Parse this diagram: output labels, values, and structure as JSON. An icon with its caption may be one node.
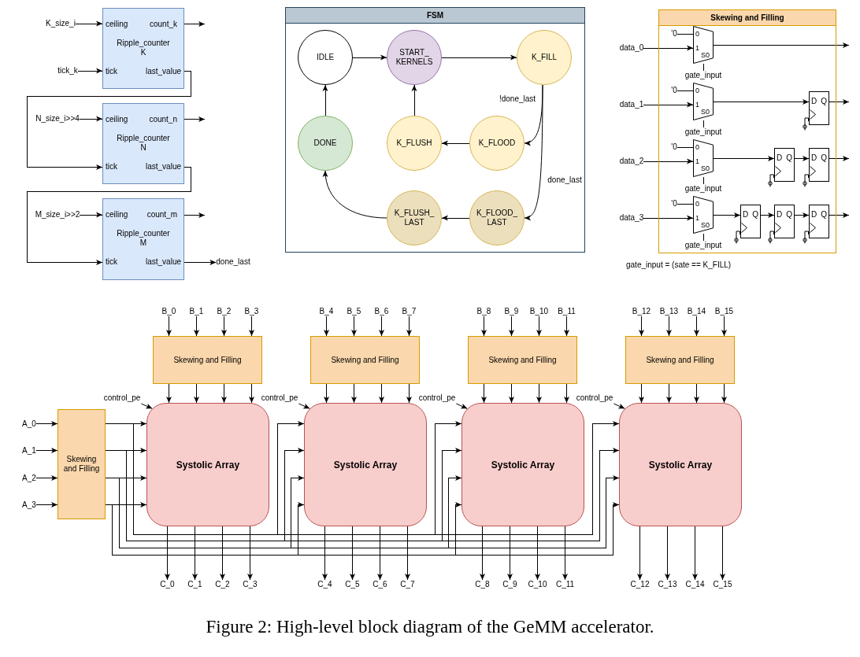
{
  "diagram": {
    "caption": "Figure 2: High-level block diagram of the GeMM accelerator.",
    "nodes": [
      {
        "text": [
          "K_size_i"
        ]
      },
      {
        "text": [
          "ceiling",
          "count_k",
          "Ripple_counter K",
          "tick",
          "last_value"
        ]
      },
      {
        "text": [
          "tick_k"
        ]
      },
      {
        "text": [
          "N_size_i>>4"
        ]
      },
      {
        "text": [
          "ceiling",
          "count_n",
          "Ripple_counter N",
          "tick",
          "last_value"
        ]
      },
      {
        "text": [
          "M_size_i>>2"
        ]
      },
      {
        "text": [
          "ceiling",
          "count_m",
          "Ripple_counter M",
          "tick",
          "last_value"
        ]
      },
      {
        "text": [
          "done_last"
        ]
      },
      {
        "text": [
          "FSM"
        ]
      },
      {
        "text": [
          "IDLE"
        ],
        "in": 8
      },
      {
        "text": [
          "START_ KERNELS"
        ],
        "in": 8
      },
      {
        "text": [
          "K_FILL"
        ],
        "in": 8
      },
      {
        "text": [
          "DONE"
        ],
        "in": 8
      },
      {
        "text": [
          "K_FLUSH"
        ],
        "in": 8
      },
      {
        "text": [
          "K_FLOOD"
        ],
        "in": 8
      },
      {
        "text": [
          "K_FLUSH_ LAST"
        ],
        "in": 8
      },
      {
        "text": [
          "K_FLOOD_ LAST"
        ],
        "in": 8
      },
      {
        "text": [
          "Skewing and Filling"
        ]
      },
      {
        "text": [
          "'0"
        ],
        "in": 17
      },
      {
        "text": [
          "data_0"
        ]
      },
      {
        "text": [
          "0",
          "1",
          "S0"
        ],
        "in": 17
      },
      {
        "text": [
          "gate_input"
        ],
        "in": 17
      },
      {
        "text": [
          "'0"
        ],
        "in": 17
      },
      {
        "text": [
          "data_1"
        ]
      },
      {
        "text": [
          "0",
          "1",
          "S0"
        ],
        "in": 17
      },
      {
        "text": [
          "D",
          "Q"
        ],
        "in": 17
      },
      {
        "text": [
          "gate_input"
        ],
        "in": 17
      },
      {
        "text": [
          "'0"
        ],
        "in": 17
      },
      {
        "text": [
          "data_2"
        ]
      },
      {
        "text": [
          "0",
          "1",
          "S0"
        ],
        "in": 17
      },
      {
        "text": [
          "D",
          "Q"
        ],
        "in": 17
      },
      {
        "text": [
          "D",
          "Q"
        ],
        "in": 17
      },
      {
        "text": [
          "gate_input"
        ],
        "in": 17
      },
      {
        "text": [
          "'0"
        ],
        "in": 17
      },
      {
        "text": [
          "data_3"
        ]
      },
      {
        "text": [
          "0",
          "1",
          "S0"
        ],
        "in": 17
      },
      {
        "text": [
          "D",
          "Q"
        ],
        "in": 17
      },
      {
        "text": [
          "D",
          "Q"
        ],
        "in": 17
      },
      {
        "text": [
          "D",
          "Q"
        ],
        "in": 17
      },
      {
        "text": [
          "gate_input"
        ],
        "in": 17
      },
      {
        "text": [
          "B_0"
        ]
      },
      {
        "text": [
          "B_1"
        ]
      },
      {
        "text": [
          "B_2"
        ]
      },
      {
        "text": [
          "B_3"
        ]
      },
      {
        "text": [
          "B_4"
        ]
      },
      {
        "text": [
          "B_5"
        ]
      },
      {
        "text": [
          "B_6"
        ]
      },
      {
        "text": [
          "B_7"
        ]
      },
      {
        "text": [
          "B_8"
        ]
      },
      {
        "text": [
          "B_9"
        ]
      },
      {
        "text": [
          "B_10"
        ]
      },
      {
        "text": [
          "B_11"
        ]
      },
      {
        "text": [
          "B_12"
        ]
      },
      {
        "text": [
          "B_13"
        ]
      },
      {
        "text": [
          "B_14"
        ]
      },
      {
        "text": [
          "B_15"
        ]
      },
      {
        "text": [
          "Skewing and Filling"
        ]
      },
      {
        "text": [
          "Skewing and Filling"
        ]
      },
      {
        "text": [
          "Skewing and Filling"
        ]
      },
      {
        "text": [
          "Skewing and Filling"
        ]
      },
      {
        "text": [
          "control_pe"
        ]
      },
      {
        "text": [
          "control_pe"
        ]
      },
      {
        "text": [
          "control_pe"
        ]
      },
      {
        "text": [
          "control_pe"
        ]
      },
      {
        "text": [
          "A_0"
        ]
      },
      {
        "text": [
          "A_1"
        ]
      },
      {
        "text": [
          "A_2"
        ]
      },
      {
        "text": [
          "A_3"
        ]
      },
      {
        "text": [
          "Skewing and Filling"
        ]
      },
      {
        "text": [
          "Systolic Array"
        ]
      },
      {
        "text": [
          "Systolic Array"
        ]
      },
      {
        "text": [
          "Systolic Array"
        ]
      },
      {
        "text": [
          "Systolic Array"
        ]
      },
      {
        "text": [
          "C_0"
        ]
      },
      {
        "text": [
          "C_1"
        ]
      },
      {
        "text": [
          "C_2"
        ]
      },
      {
        "text": [
          "C_3"
        ]
      },
      {
        "text": [
          "C_4"
        ]
      },
      {
        "text": [
          "C_5"
        ]
      },
      {
        "text": [
          "C_6"
        ]
      },
      {
        "text": [
          "C_7"
        ]
      },
      {
        "text": [
          "C_8"
        ]
      },
      {
        "text": [
          "C_9"
        ]
      },
      {
        "text": [
          "C_10"
        ]
      },
      {
        "text": [
          "C_11"
        ]
      },
      {
        "text": [
          "C_12"
        ]
      },
      {
        "text": [
          "C_13"
        ]
      },
      {
        "text": [
          "C_14"
        ]
      },
      {
        "text": [
          "C_15"
        ]
      }
    ],
    "edges": [
      {
        "from": 0,
        "to": 1,
        "arrow": "to"
      },
      {
        "from": 2,
        "to": 1,
        "arrow": "to"
      },
      {
        "from": 1,
        "to": null,
        "arrow": "to"
      },
      {
        "from": 1,
        "to": 4,
        "arrow": "to"
      },
      {
        "from": 3,
        "to": 4,
        "arrow": "to"
      },
      {
        "from": 4,
        "to": null,
        "arrow": "to"
      },
      {
        "from": 4,
        "to": 6,
        "arrow": "to"
      },
      {
        "from": 5,
        "to": 6,
        "arrow": "to"
      },
      {
        "from": 6,
        "to": null,
        "arrow": "to"
      },
      {
        "from": 6,
        "to": 7,
        "arrow": "to"
      },
      {
        "from": 9,
        "to": 10,
        "arrow": "to"
      },
      {
        "from": 10,
        "to": 11,
        "arrow": "to"
      },
      {
        "from": 11,
        "to": 14,
        "arrow": "to",
        "label": "!done_last"
      },
      {
        "from": 14,
        "to": 13,
        "arrow": "to"
      },
      {
        "from": 13,
        "to": 10,
        "arrow": "to"
      },
      {
        "from": 12,
        "to": 9,
        "arrow": "to"
      },
      {
        "from": 11,
        "to": 16,
        "arrow": "to",
        "label": "done_last"
      },
      {
        "from": 16,
        "to": 15,
        "arrow": "to"
      },
      {
        "from": 15,
        "to": 12,
        "arrow": "to"
      },
      {
        "from": 18,
        "to": 20,
        "arrow": "none"
      },
      {
        "from": 19,
        "to": 20,
        "arrow": "to"
      },
      {
        "from": 21,
        "to": 20,
        "arrow": "none"
      },
      {
        "from": 20,
        "to": null,
        "arrow": "to"
      },
      {
        "from": 22,
        "to": 24,
        "arrow": "none"
      },
      {
        "from": 23,
        "to": 24,
        "arrow": "to"
      },
      {
        "from": 26,
        "to": 24,
        "arrow": "none"
      },
      {
        "from": 24,
        "to": 25,
        "arrow": "to"
      },
      {
        "from": 25,
        "to": null,
        "arrow": "to"
      },
      {
        "from": 27,
        "to": 29,
        "arrow": "none"
      },
      {
        "from": 28,
        "to": 29,
        "arrow": "to"
      },
      {
        "from": 32,
        "to": 29,
        "arrow": "none"
      },
      {
        "from": 29,
        "to": 30,
        "arrow": "to"
      },
      {
        "from": 30,
        "to": 31,
        "arrow": "to"
      },
      {
        "from": 31,
        "to": null,
        "arrow": "to"
      },
      {
        "from": 33,
        "to": 35,
        "arrow": "none"
      },
      {
        "from": 34,
        "to": 35,
        "arrow": "to"
      },
      {
        "from": 39,
        "to": 35,
        "arrow": "none"
      },
      {
        "from": 35,
        "to": 36,
        "arrow": "to"
      },
      {
        "from": 36,
        "to": 37,
        "arrow": "to"
      },
      {
        "from": 37,
        "to": 38,
        "arrow": "to"
      },
      {
        "from": 38,
        "to": null,
        "arrow": "to"
      },
      {
        "from": 40,
        "to": 56,
        "arrow": "to"
      },
      {
        "from": 41,
        "to": 56,
        "arrow": "to"
      },
      {
        "from": 42,
        "to": 56,
        "arrow": "to"
      },
      {
        "from": 43,
        "to": 56,
        "arrow": "to"
      },
      {
        "from": 44,
        "to": 57,
        "arrow": "to"
      },
      {
        "from": 45,
        "to": 57,
        "arrow": "to"
      },
      {
        "from": 46,
        "to": 57,
        "arrow": "to"
      },
      {
        "from": 47,
        "to": 57,
        "arrow": "to"
      },
      {
        "from": 48,
        "to": 58,
        "arrow": "to"
      },
      {
        "from": 49,
        "to": 58,
        "arrow": "to"
      },
      {
        "from": 50,
        "to": 58,
        "arrow": "to"
      },
      {
        "from": 51,
        "to": 58,
        "arrow": "to"
      },
      {
        "from": 52,
        "to": 59,
        "arrow": "to"
      },
      {
        "from": 53,
        "to": 59,
        "arrow": "to"
      },
      {
        "from": 54,
        "to": 59,
        "arrow": "to"
      },
      {
        "from": 55,
        "to": 59,
        "arrow": "to"
      },
      {
        "from": 56,
        "to": 69,
        "arrow": "to"
      },
      {
        "from": 56,
        "to": 69,
        "arrow": "to"
      },
      {
        "from": 56,
        "to": 69,
        "arrow": "to"
      },
      {
        "from": 56,
        "to": 69,
        "arrow": "to"
      },
      {
        "from": 57,
        "to": 70,
        "arrow": "to"
      },
      {
        "from": 57,
        "to": 70,
        "arrow": "to"
      },
      {
        "from": 57,
        "to": 70,
        "arrow": "to"
      },
      {
        "from": 57,
        "to": 70,
        "arrow": "to"
      },
      {
        "from": 58,
        "to": 71,
        "arrow": "to"
      },
      {
        "from": 58,
        "to": 71,
        "arrow": "to"
      },
      {
        "from": 58,
        "to": 71,
        "arrow": "to"
      },
      {
        "from": 58,
        "to": 71,
        "arrow": "to"
      },
      {
        "from": 59,
        "to": 72,
        "arrow": "to"
      },
      {
        "from": 59,
        "to": 72,
        "arrow": "to"
      },
      {
        "from": 59,
        "to": 72,
        "arrow": "to"
      },
      {
        "from": 59,
        "to": 72,
        "arrow": "to"
      },
      {
        "from": 60,
        "to": 69,
        "arrow": "to"
      },
      {
        "from": 61,
        "to": 70,
        "arrow": "to"
      },
      {
        "from": 62,
        "to": 71,
        "arrow": "to"
      },
      {
        "from": 63,
        "to": 72,
        "arrow": "to"
      },
      {
        "from": 64,
        "to": 68,
        "arrow": "to"
      },
      {
        "from": 65,
        "to": 68,
        "arrow": "to"
      },
      {
        "from": 66,
        "to": 68,
        "arrow": "to"
      },
      {
        "from": 67,
        "to": 68,
        "arrow": "to"
      },
      {
        "from": 68,
        "to": 69,
        "arrow": "to"
      },
      {
        "from": 68,
        "to": 70,
        "arrow": "to"
      },
      {
        "from": 68,
        "to": 71,
        "arrow": "to"
      },
      {
        "from": 68,
        "to": 72,
        "arrow": "to"
      },
      {
        "from": 68,
        "to": 69,
        "arrow": "to"
      },
      {
        "from": 68,
        "to": 70,
        "arrow": "to"
      },
      {
        "from": 68,
        "to": 71,
        "arrow": "to"
      },
      {
        "from": 68,
        "to": 72,
        "arrow": "to"
      },
      {
        "from": 68,
        "to": 69,
        "arrow": "to"
      },
      {
        "from": 68,
        "to": 70,
        "arrow": "to"
      },
      {
        "from": 68,
        "to": 71,
        "arrow": "to"
      },
      {
        "from": 68,
        "to": 72,
        "arrow": "to"
      },
      {
        "from": 68,
        "to": 69,
        "arrow": "to"
      },
      {
        "from": 68,
        "to": 70,
        "arrow": "to"
      },
      {
        "from": 68,
        "to": 71,
        "arrow": "to"
      },
      {
        "from": 68,
        "to": 72,
        "arrow": "to"
      },
      {
        "from": 69,
        "to": 73,
        "arrow": "to"
      },
      {
        "from": 69,
        "to": 74,
        "arrow": "to"
      },
      {
        "from": 69,
        "to": 75,
        "arrow": "to"
      },
      {
        "from": 69,
        "to": 76,
        "arrow": "to"
      },
      {
        "from": 70,
        "to": 77,
        "arrow": "to"
      },
      {
        "from": 70,
        "to": 78,
        "arrow": "to"
      },
      {
        "from": 70,
        "to": 79,
        "arrow": "to"
      },
      {
        "from": 70,
        "to": 80,
        "arrow": "to"
      },
      {
        "from": 71,
        "to": 81,
        "arrow": "to"
      },
      {
        "from": 71,
        "to": 82,
        "arrow": "to"
      },
      {
        "from": 71,
        "to": 83,
        "arrow": "to"
      },
      {
        "from": 71,
        "to": 84,
        "arrow": "to"
      },
      {
        "from": 72,
        "to": 85,
        "arrow": "to"
      },
      {
        "from": 72,
        "to": 86,
        "arrow": "to"
      },
      {
        "from": 72,
        "to": 87,
        "arrow": "to"
      },
      {
        "from": 72,
        "to": 88,
        "arrow": "to"
      }
    ],
    "labels": [
      "gate_input = (sate == K_FILL)"
    ]
  }
}
